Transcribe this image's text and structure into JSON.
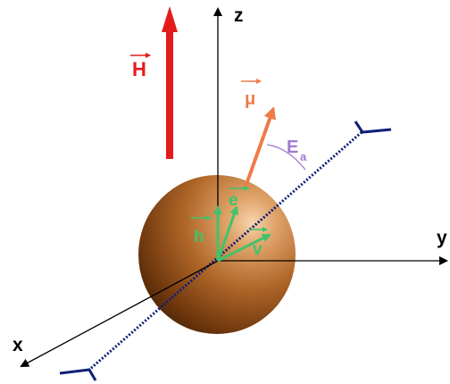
{
  "labels": {
    "z_axis": "z",
    "y_axis": "y",
    "x_axis": "x",
    "field": "H",
    "moment": "μ",
    "anisotropy": "E",
    "anisotropy_sub": "a",
    "unit_e": "e",
    "unit_h": "h",
    "unit_v": "v"
  },
  "colors": {
    "axes": "#000000",
    "field_arrow": "#e31b1b",
    "moment_arrow": "#f07a4a",
    "anisotropy": "#a07ad0",
    "unit_vectors": "#3ec46a",
    "easy_axis": "#0f1f78",
    "sphere_light": "#f0c49a",
    "sphere_mid": "#b86a2c",
    "sphere_dark": "#5a2c08"
  }
}
